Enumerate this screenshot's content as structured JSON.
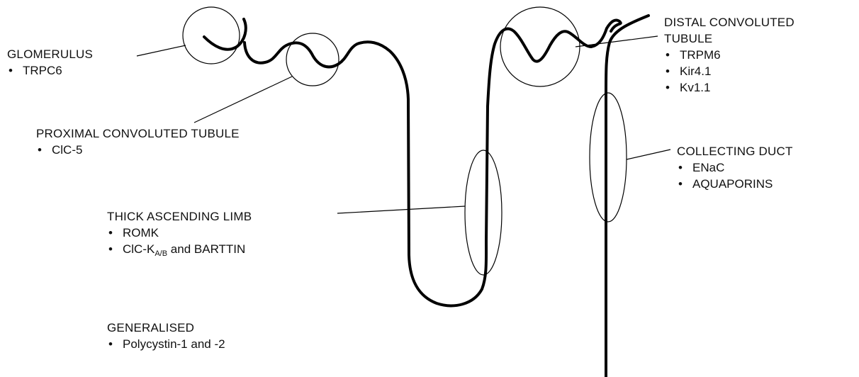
{
  "glomerulus": {
    "heading": "GLOMERULUS",
    "items": [
      "TRPC6"
    ]
  },
  "proximal": {
    "heading": "PROXIMAL CONVOLUTED TUBULE",
    "items": [
      "ClC-5"
    ]
  },
  "thick_limb": {
    "heading": "THICK ASCENDING LIMB",
    "items": [
      "ROMK"
    ],
    "clck": {
      "base": "ClC-K",
      "subscript": "A/B",
      "suffix": " and BARTTIN"
    }
  },
  "generalised": {
    "heading": "GENERALISED",
    "items": [
      "Polycystin-1 and -2"
    ]
  },
  "distal": {
    "heading_line1": "DISTAL CONVOLUTED",
    "heading_line2": "TUBULE",
    "items": [
      "TRPM6",
      "Kir4.1",
      "Kv1.1"
    ]
  },
  "collecting": {
    "heading": "COLLECTING DUCT",
    "items": [
      "ENaC",
      "AQUAPORINS"
    ]
  }
}
